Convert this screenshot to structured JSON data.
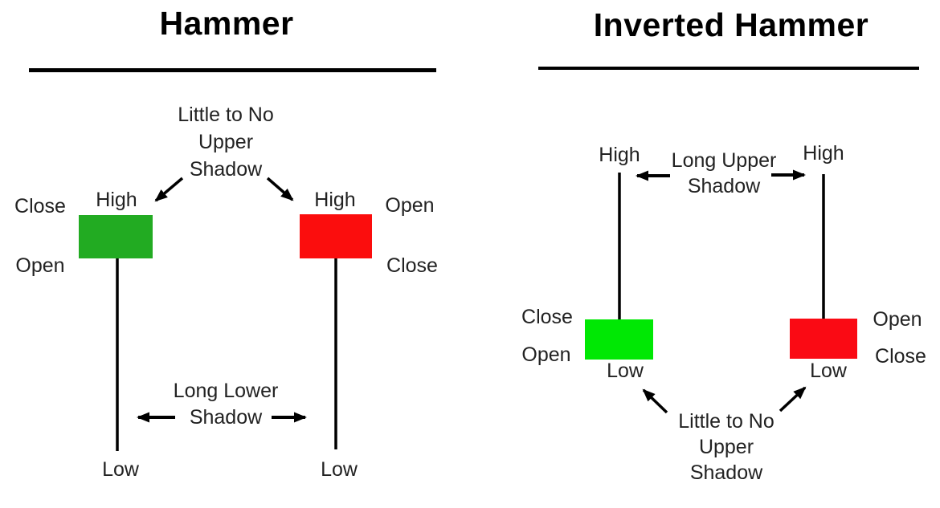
{
  "hammer": {
    "title": "Hammer",
    "no_upper_shadow_note": [
      "Little to No",
      "Upper",
      "Shadow"
    ],
    "long_lower_shadow_note": [
      "Long Lower",
      "Shadow"
    ],
    "bull_candle": {
      "high": "High",
      "close": "Close",
      "open": "Open",
      "low": "Low"
    },
    "bear_candle": {
      "high": "High",
      "open": "Open",
      "close": "Close",
      "low": "Low"
    }
  },
  "inverted_hammer": {
    "title": "Inverted Hammer",
    "long_upper_shadow_note": [
      "Long Upper",
      "Shadow"
    ],
    "no_lower_shadow_note": [
      "Little to No",
      "Upper",
      "Shadow"
    ],
    "bull_candle": {
      "high": "High",
      "close": "Close",
      "open": "Open",
      "low": "Low"
    },
    "bear_candle": {
      "high": "High",
      "open": "Open",
      "close": "Close",
      "low": "Low"
    }
  },
  "colors": {
    "hammer_bull_body": "#22ab22",
    "hammer_bear_body": "#fb0d0d",
    "inverted_bull_body": "#00e804",
    "inverted_bear_body": "#fa0a14",
    "ink": "#000000"
  }
}
